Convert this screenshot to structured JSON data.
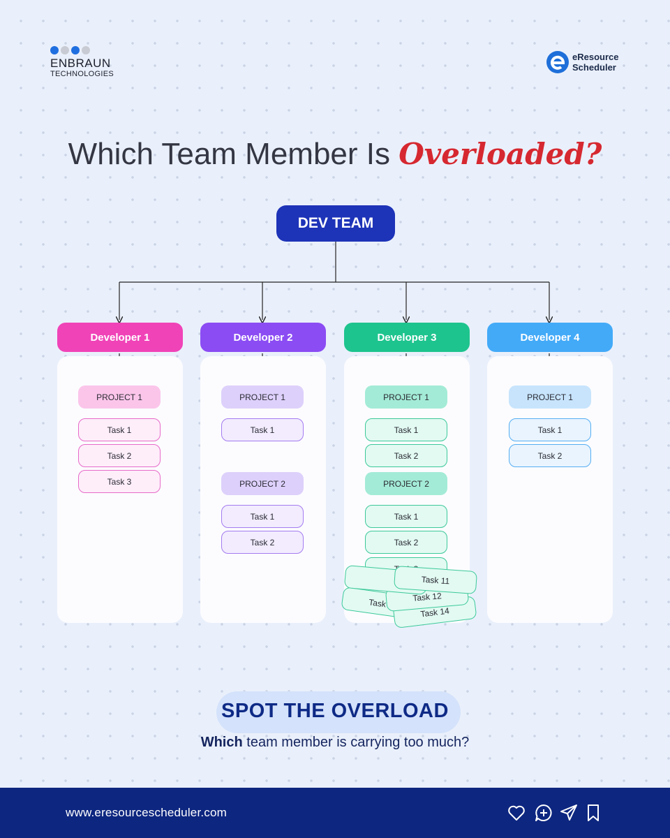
{
  "brand": {
    "company_name": "ENBRAUN",
    "company_sub": "TECHNOLOGIES",
    "product_line1": "eResource",
    "product_line2": "Scheduler"
  },
  "title": {
    "prefix": "Which Team Member Is",
    "accent": "Overloaded?"
  },
  "root": {
    "label": "DEV TEAM"
  },
  "developers": [
    {
      "name": "Developer 1",
      "color": "#f043b8",
      "projects": [
        {
          "label": "PROJECT 1",
          "tasks": [
            "Task 1",
            "Task 2",
            "Task 3"
          ]
        }
      ]
    },
    {
      "name": "Developer 2",
      "color": "#8b4cf3",
      "projects": [
        {
          "label": "PROJECT 1",
          "tasks": [
            "Task 1"
          ]
        },
        {
          "label": "PROJECT 2",
          "tasks": [
            "Task 1",
            "Task 2"
          ]
        }
      ]
    },
    {
      "name": "Developer 3",
      "color": "#1ec48e",
      "projects": [
        {
          "label": "PROJECT 1",
          "tasks": [
            "Task 1",
            "Task 2"
          ]
        },
        {
          "label": "PROJECT 2",
          "tasks": [
            "Task 1",
            "Task 2",
            "Task 3"
          ]
        }
      ],
      "overflow_tasks": [
        "Task 10",
        "Task 14",
        "Task 12",
        "Task 11"
      ]
    },
    {
      "name": "Developer 4",
      "color": "#43aaf8",
      "projects": [
        {
          "label": "PROJECT 1",
          "tasks": [
            "Task 1",
            "Task 2"
          ]
        }
      ]
    }
  ],
  "cta": {
    "headline": "SPOT THE OVERLOAD",
    "question_bold": "Which",
    "question_rest": "team member is carrying too much?"
  },
  "footer": {
    "url": "www.eresourcescheduler.com"
  }
}
